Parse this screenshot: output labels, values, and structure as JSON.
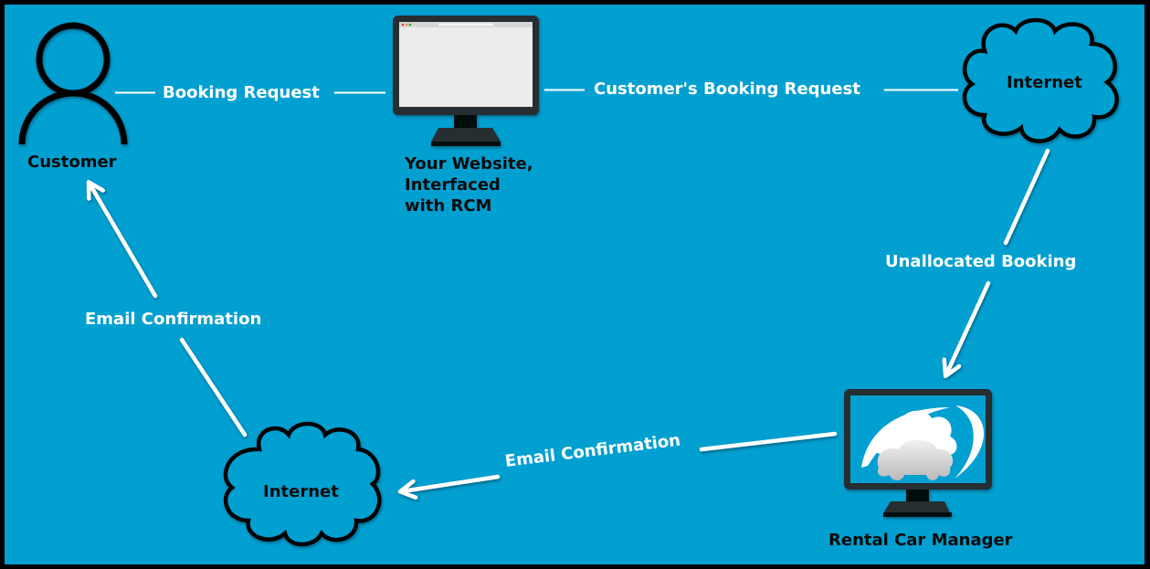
{
  "colors": {
    "background": "#01a0d1",
    "frame": "#000000",
    "arrow": "#ffffff",
    "node_text": "#0a0a0a",
    "monitor_bezel": "#262d31",
    "monitor_screen": "#ececec"
  },
  "nodes": {
    "customer": {
      "label": "Customer",
      "icon": "person-icon"
    },
    "website": {
      "label": "Your Website,\nInterfaced\nwith RCM",
      "icon": "monitor-icon"
    },
    "internet_top": {
      "label": "Internet",
      "icon": "cloud-icon"
    },
    "rcm": {
      "label": "Rental Car Manager",
      "icon": "rcm-logo-monitor-icon"
    },
    "internet_bottom": {
      "label": "Internet",
      "icon": "cloud-icon"
    }
  },
  "edges": [
    {
      "from": "customer",
      "to": "website",
      "label": "Booking Request"
    },
    {
      "from": "website",
      "to": "internet_top",
      "label": "Customer's Booking Request"
    },
    {
      "from": "internet_top",
      "to": "rcm",
      "label": "Unallocated Booking"
    },
    {
      "from": "rcm",
      "to": "internet_bottom",
      "label": "Email Confirmation"
    },
    {
      "from": "internet_bottom",
      "to": "customer",
      "label": "Email Confirmation"
    }
  ]
}
